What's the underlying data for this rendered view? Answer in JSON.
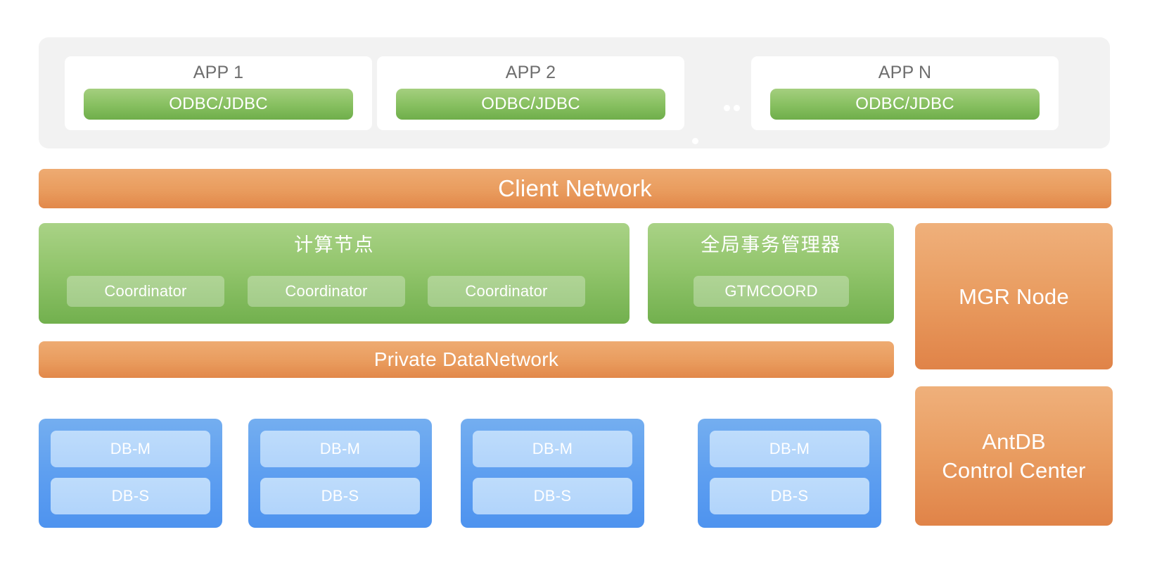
{
  "app_band": {
    "apps": [
      {
        "title": "APP 1",
        "connector": "ODBC/JDBC"
      },
      {
        "title": "APP 2",
        "connector": "ODBC/JDBC"
      },
      {
        "title": "APP N",
        "connector": "ODBC/JDBC"
      }
    ],
    "ellipsis": "•"
  },
  "networks": {
    "client": "Client Network",
    "private": "Private DataNetwork"
  },
  "compute_node": {
    "title": "计算节点",
    "coordinators": [
      "Coordinator",
      "Coordinator",
      "Coordinator"
    ]
  },
  "gtm_node": {
    "title": "全局事务管理器",
    "instance": "GTMCOORD"
  },
  "side_panels": {
    "mgr_node": "MGR Node",
    "antdb_control_center": "AntDB\nControl Center",
    "antdb_line1": "AntDB",
    "antdb_line2": "Control Center"
  },
  "db_groups": [
    {
      "master": "DB-M",
      "slave": "DB-S"
    },
    {
      "master": "DB-M",
      "slave": "DB-S"
    },
    {
      "master": "DB-M",
      "slave": "DB-S"
    },
    {
      "master": "DB-M",
      "slave": "DB-S"
    }
  ],
  "colors": {
    "band_background": "#f2f2f2",
    "green_light": "#a9d286",
    "green_dark": "#72b04e",
    "orange_light": "#efb07b",
    "orange_dark": "#e08348",
    "blue_group": "#5e9ff0",
    "blue_slot": "#b1d4fb",
    "app_title_text": "#6e6e6e",
    "canvas": "#ffffff"
  }
}
